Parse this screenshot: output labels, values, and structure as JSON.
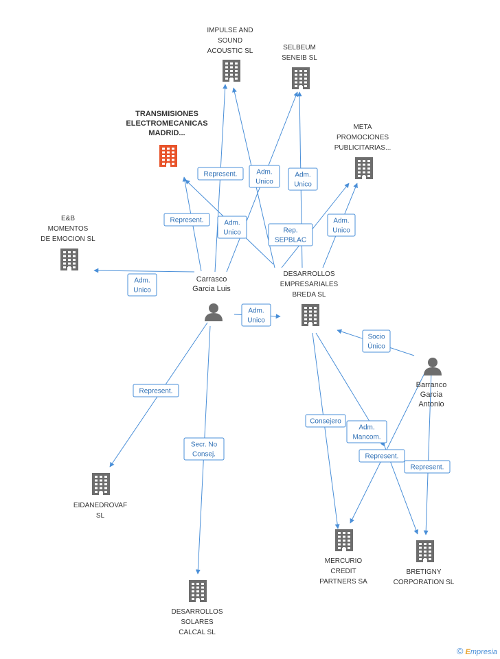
{
  "nodes": [
    {
      "id": "transmisiones",
      "type": "company",
      "focus": true,
      "lines": [
        "TRANSMISIONES",
        "ELECTROMECANICAS",
        "MADRID..."
      ]
    },
    {
      "id": "impulse",
      "type": "company",
      "lines": [
        "IMPULSE AND",
        "SOUND",
        "ACOUSTIC  SL"
      ]
    },
    {
      "id": "selbeum",
      "type": "company",
      "lines": [
        "SELBEUM",
        "SENEIB SL"
      ]
    },
    {
      "id": "meta",
      "type": "company",
      "lines": [
        "META",
        "PROMOCIONES",
        "PUBLICITARIAS..."
      ]
    },
    {
      "id": "eb",
      "type": "company",
      "lines": [
        "E&B",
        "MOMENTOS",
        "DE EMOCION SL"
      ]
    },
    {
      "id": "carrasco",
      "type": "person",
      "lines": [
        "Carrasco",
        "Garcia Luis"
      ]
    },
    {
      "id": "breda",
      "type": "company",
      "lines": [
        "DESARROLLOS",
        "EMPRESARIALES",
        "BREDA SL"
      ]
    },
    {
      "id": "barranco",
      "type": "person",
      "lines": [
        "Barranco",
        "Garcia",
        "Antonio"
      ]
    },
    {
      "id": "eidane",
      "type": "company",
      "lines": [
        "EIDANEDROVAF",
        "SL"
      ]
    },
    {
      "id": "mercurio",
      "type": "company",
      "lines": [
        "MERCURIO",
        "CREDIT",
        "PARTNERS SA"
      ]
    },
    {
      "id": "bretigny",
      "type": "company",
      "lines": [
        "BRETIGNY",
        "CORPORATION SL"
      ]
    },
    {
      "id": "calcal",
      "type": "company",
      "lines": [
        "DESARROLLOS",
        "SOLARES",
        "CALCAL SL"
      ]
    }
  ],
  "relations": [
    {
      "lines": [
        "Represent."
      ]
    },
    {
      "lines": [
        "Adm.",
        "Unico"
      ]
    },
    {
      "lines": [
        "Adm.",
        "Unico"
      ]
    },
    {
      "lines": [
        "Represent."
      ]
    },
    {
      "lines": [
        "Adm.",
        "Unico"
      ]
    },
    {
      "lines": [
        "Rep.",
        "SEPBLAC"
      ]
    },
    {
      "lines": [
        "Adm.",
        "Unico"
      ]
    },
    {
      "lines": [
        "Adm.",
        "Unico"
      ]
    },
    {
      "lines": [
        "Adm.",
        "Unico"
      ]
    },
    {
      "lines": [
        "Socio",
        "Único"
      ]
    },
    {
      "lines": [
        "Represent."
      ]
    },
    {
      "lines": [
        "Secr.  No",
        "Consej."
      ]
    },
    {
      "lines": [
        "Consejero"
      ]
    },
    {
      "lines": [
        "Adm.",
        "Mancom."
      ]
    },
    {
      "lines": [
        "Represent."
      ]
    },
    {
      "lines": [
        "Represent."
      ]
    }
  ],
  "brand": {
    "copyright": "©",
    "e": "E",
    "rest": "mpresia"
  }
}
